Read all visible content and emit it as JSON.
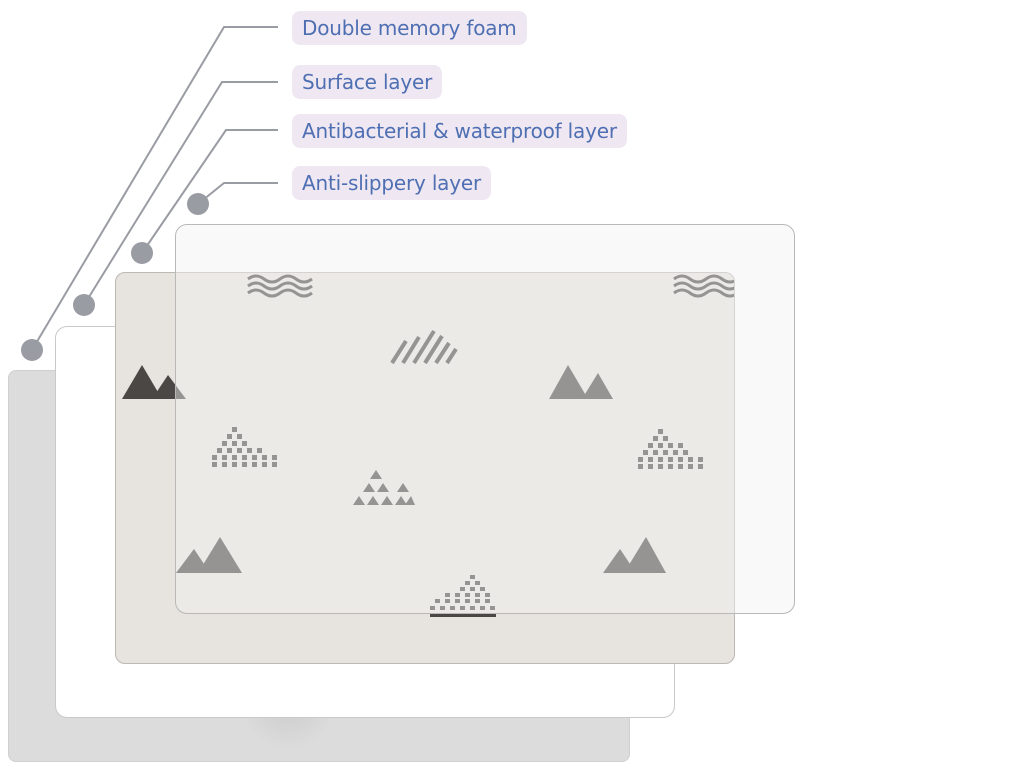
{
  "labels": {
    "memory_foam": "Double memory foam",
    "surface": "Surface layer",
    "antibacterial": "Antibacterial & waterproof layer",
    "anti_slip": "Anti-slippery layer"
  },
  "colors": {
    "label_bg": "#efe8f2",
    "label_text": "#4f6fb3",
    "connector": "#9a9ca3",
    "pattern": "#4a4745"
  }
}
